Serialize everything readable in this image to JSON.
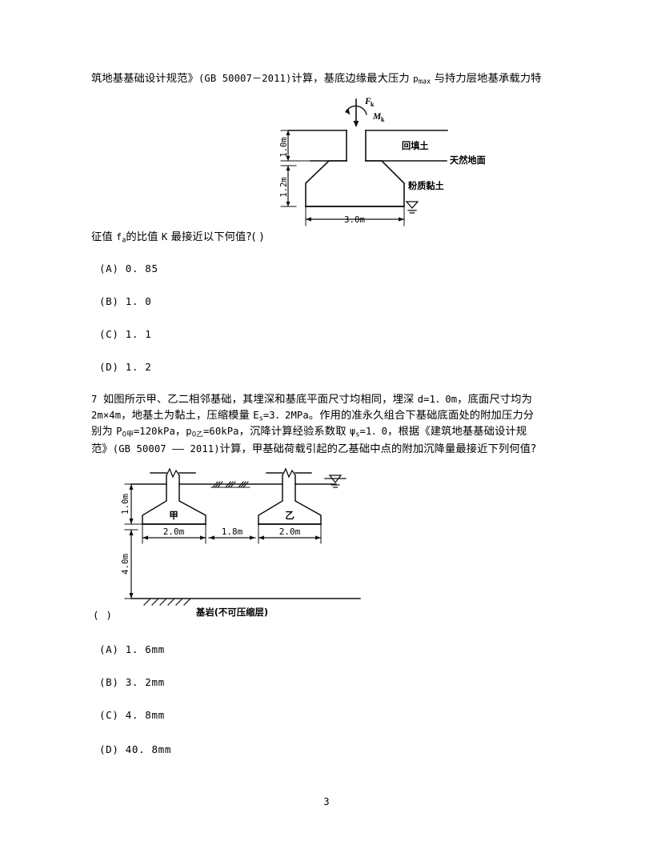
{
  "document": {
    "page_number": "3",
    "paragraph_q6_tail": "筑地基基础设计规范》(GB 50007－2011)计算，基底边缘最大压力 pmax 与持力层地基承载力特",
    "paragraph_q6_tail_parts": {
      "seg1": "筑地基基础设计规范》",
      "seg2": "(GB 50007－2011)",
      "seg3": "计算，基底边缘最大压力 ",
      "seg4": "p",
      "seg5": "max",
      "seg6": " 与持力层地基承载力特"
    },
    "paragraph_q6_tail2_parts": {
      "seg1": "征值 ",
      "seg2": "f",
      "seg3": "a",
      "seg4": "的比值 ",
      "seg5": "K",
      "seg6": " 最接近以下何值?( )"
    }
  },
  "question6": {
    "options": [
      "(A) 0. 85",
      "(B) 1. 0",
      "(C) 1. 1",
      "(D) 1. 2"
    ]
  },
  "figure1": {
    "name": "eccentric-footing-section",
    "load_vertical": "F",
    "load_vertical_sub": "k",
    "load_moment": "M",
    "load_moment_sub": "k",
    "depth_upper": "1.0m",
    "depth_lower": "1.2m",
    "width_bottom": "3.0m",
    "soil_fill": "回填土",
    "ground_line": "天然地面",
    "soil_bearing": "粉质黏土"
  },
  "question7": {
    "number": "7",
    "line1_parts": {
      "a": "7 ",
      "b": "如图所示甲、乙二相邻基础，其埋深和基底平面尺寸均相同，埋深 ",
      "c": "d=1．0m",
      "d": "，底面尺寸均为"
    },
    "line2_parts": {
      "a": "2m×4m",
      "b": "，地基土为黏土，压缩模量 ",
      "c": "E",
      "d": "s",
      "e": "=3．2MPa",
      "f": "。作用的准永久组合下基础底面处的附加压力分"
    },
    "line3_parts": {
      "a": "别为 ",
      "b": "P",
      "c": "0甲",
      "d": "=120kPa",
      "e": "，",
      "f": "p",
      "g": "0乙",
      "h": "=60kPa",
      "i": "，沉降计算经验系数取 ",
      "j": "ψ",
      "k": "s",
      "l": "=1．0",
      "m": "，根据《建筑地基基础设计规"
    },
    "line4_parts": {
      "a": "范》",
      "b": "(GB 50007 —— 2011)",
      "c": "计算，甲基础荷载引起的乙基础中点的附加沉降量最接近下列何值?"
    },
    "blank_marker": "( )",
    "options": [
      "(A) 1. 6mm",
      "(B) 3. 2mm",
      "(C) 4. 8mm",
      "(D) 40. 8mm"
    ]
  },
  "figure2": {
    "name": "adjacent-footings-section",
    "footing_left_label": "甲",
    "footing_right_label": "乙",
    "dim_left_width": "2.0m",
    "dim_gap": "1.8m",
    "dim_right_width": "2.0m",
    "depth_embedment": "1.0m",
    "depth_compressible": "4.0m",
    "bedrock_label": "基岩(不可压缩层)"
  },
  "colors": {
    "ink": "#000000",
    "paper": "#ffffff"
  }
}
